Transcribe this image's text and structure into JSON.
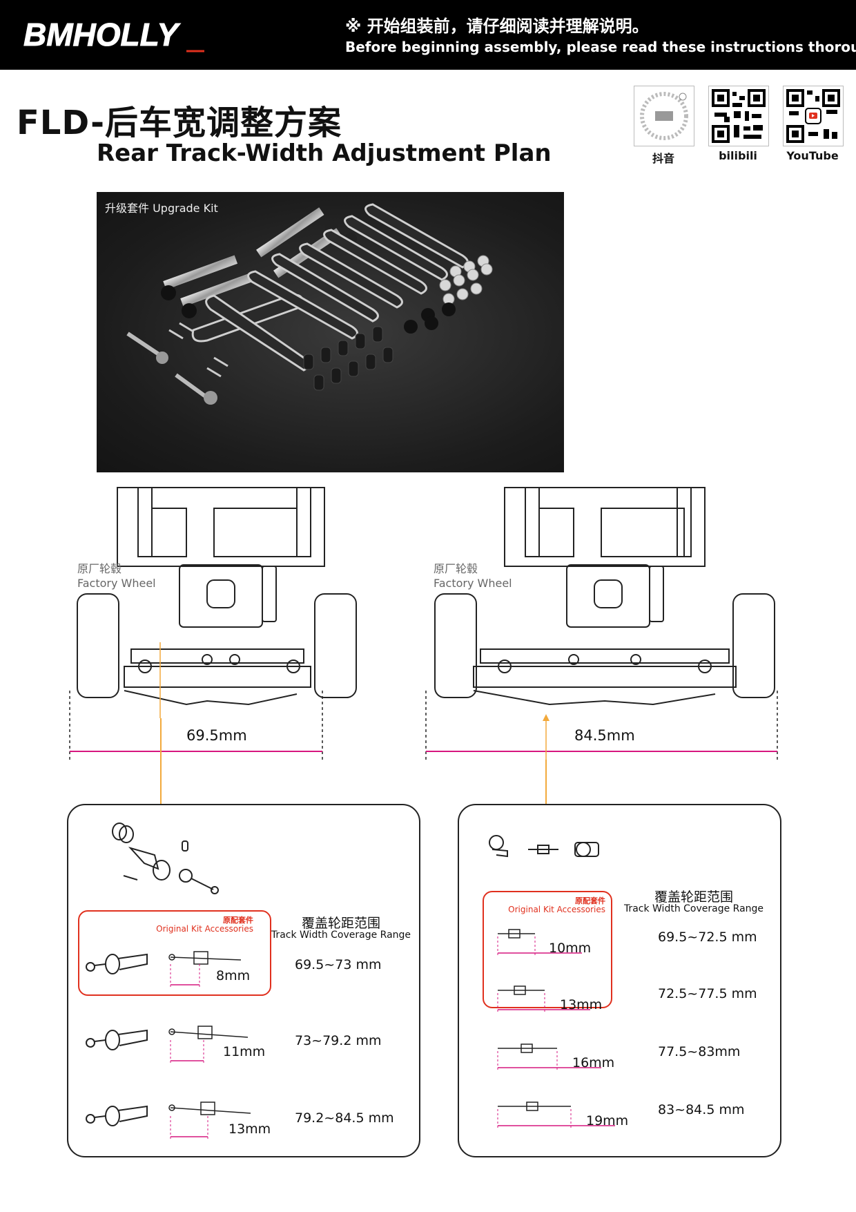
{
  "header": {
    "brand": "BMHOLLY",
    "notice_cn": "※ 开始组装前，请仔细阅读并理解说明。",
    "notice_en": "Before beginning assembly, please read these instructions thoroughly."
  },
  "title": {
    "cn": "FLD-后车宽调整方案",
    "en": "Rear Track-Width Adjustment Plan"
  },
  "social": [
    {
      "label": "抖音",
      "icon": "douyin-qr-icon"
    },
    {
      "label": "bilibili",
      "icon": "bilibili-qr-icon"
    },
    {
      "label": "YouTube",
      "icon": "youtube-qr-icon"
    }
  ],
  "kit_photo": {
    "label": "升级套件 Upgrade Kit"
  },
  "chassis": [
    {
      "wheel_cn": "原厂轮毂",
      "wheel_en": "Factory Wheel",
      "width": "69.5mm"
    },
    {
      "wheel_cn": "原厂轮毂",
      "wheel_en": "Factory Wheel",
      "width": "84.5mm"
    }
  ],
  "left_panel": {
    "original_cn": "原配套件",
    "original_en": "Original Kit Accessories",
    "coverage_cn": "覆盖轮距范围",
    "coverage_en": "Track Width Coverage Range",
    "rows": [
      {
        "length": "8mm",
        "range": "69.5~73 mm"
      },
      {
        "length": "11mm",
        "range": "73~79.2 mm"
      },
      {
        "length": "13mm",
        "range": "79.2~84.5 mm"
      }
    ]
  },
  "right_panel": {
    "original_cn": "原配套件",
    "original_en": "Original Kit Accessories",
    "coverage_cn": "覆盖轮距范围",
    "coverage_en": "Track Width Coverage Range",
    "rows": [
      {
        "length": "10mm",
        "range": "69.5~72.5 mm"
      },
      {
        "length": "13mm",
        "range": "72.5~77.5 mm"
      },
      {
        "length": "16mm",
        "range": "77.5~83mm"
      },
      {
        "length": "19mm",
        "range": "83~84.5 mm"
      }
    ]
  },
  "colors": {
    "accent_red": "#e0301e",
    "dimension_magenta": "#d6167f",
    "callout_orange": "#f2a93b"
  }
}
